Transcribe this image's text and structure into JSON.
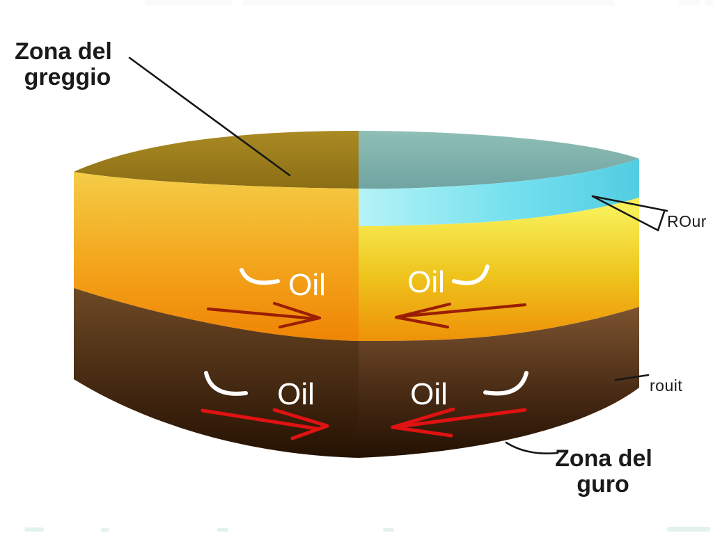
{
  "canvas": {
    "background": "#ffffff"
  },
  "labels": {
    "crude_zone": {
      "line1": "Zona del",
      "line2": "greggio"
    },
    "water_band_tag": "ROur",
    "lower_right_tag": "rouit",
    "bottom_zone": {
      "line1": "Zona del",
      "line2": "guro"
    }
  },
  "oil": [
    {
      "text": "Oil"
    },
    {
      "text": "Oil"
    },
    {
      "text": "Oil"
    },
    {
      "text": "Oil"
    }
  ],
  "colors": {
    "top_face_left": "#97781c",
    "top_face_right": "#7aaaa4",
    "water_band": "#6fdcec",
    "oil_layer_left": "#f3a81e",
    "oil_layer_right": "#eec31c",
    "heavy_layer": "#4a2c15",
    "arrow_upper": "#9b1e04",
    "arrow_lower": "#e01212",
    "leader_line": "#161616",
    "label_text": "#1a1a1a",
    "oil_text": "#ffffff",
    "swoosh": "#ffffff"
  }
}
